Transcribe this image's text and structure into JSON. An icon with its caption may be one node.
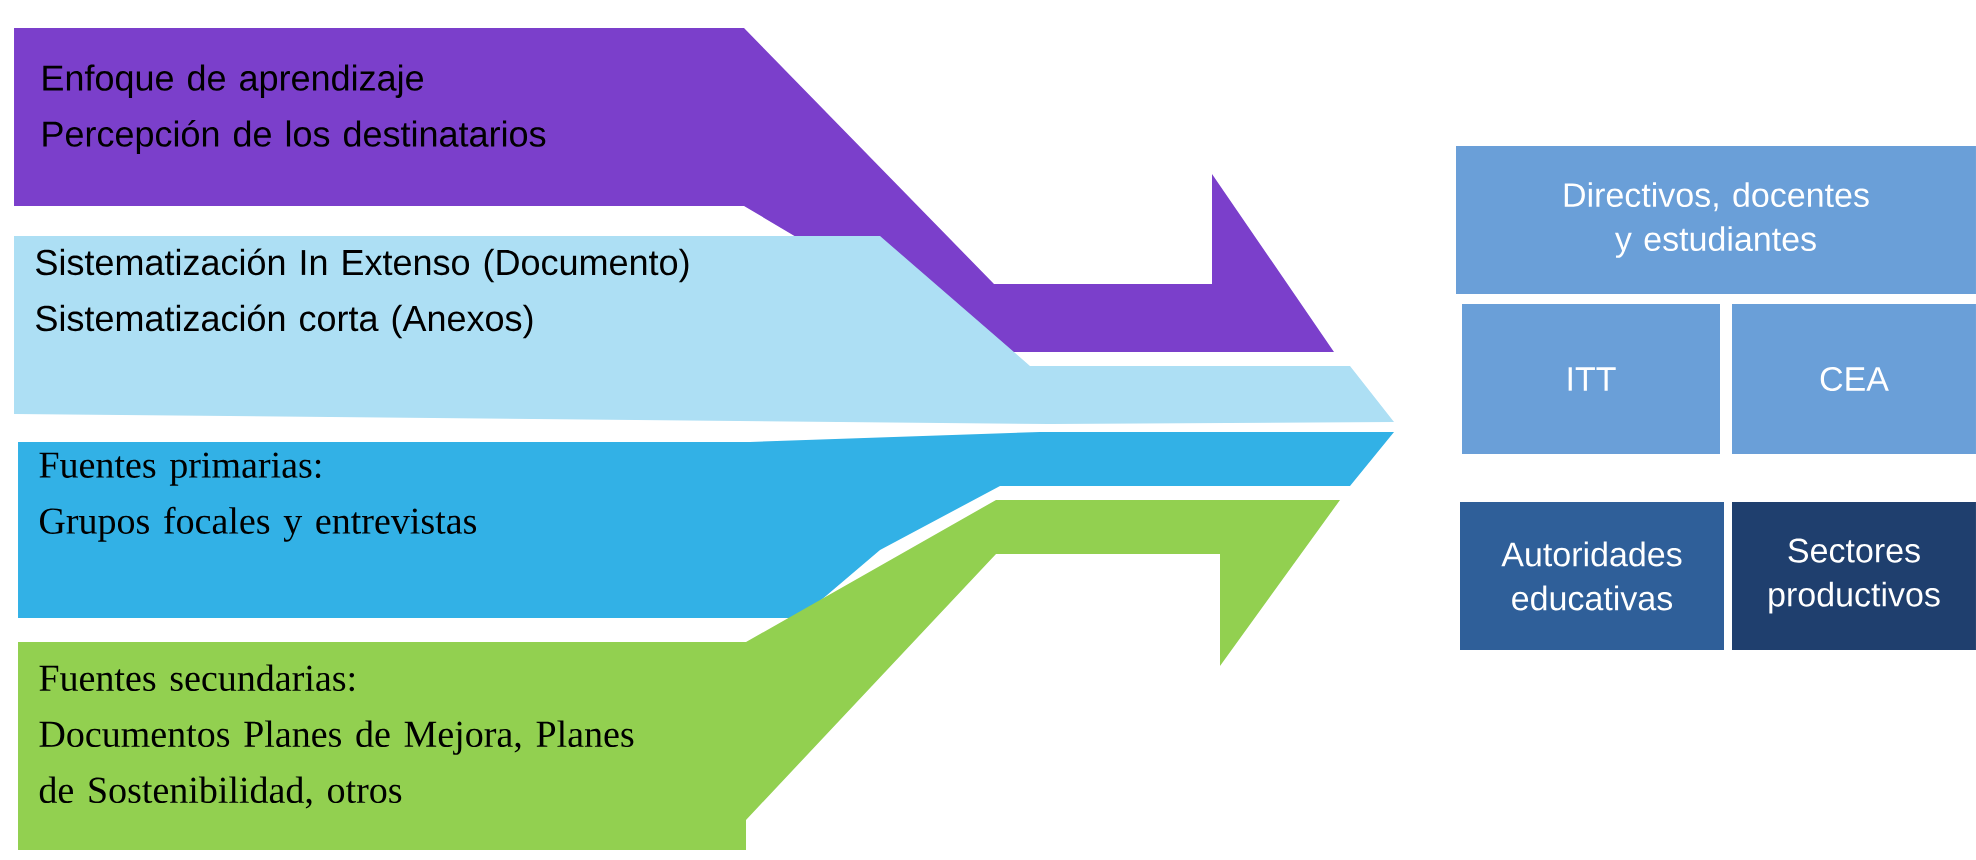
{
  "diagram": {
    "nodes": [
      {
        "text": [
          "Enfoque de aprendizaje",
          "Percepción de los destinatarios"
        ]
      },
      {
        "text": [
          "Sistematización In Extenso (Documento)",
          "Sistematización corta (Anexos)"
        ]
      },
      {
        "text": [
          "Fuentes primarias:",
          "Grupos focales y entrevistas"
        ]
      },
      {
        "text": [
          "Fuentes secundarias:",
          "Documentos Planes de Mejora, Planes de Sostenibilidad, otros"
        ]
      },
      {
        "text": [
          "Directivos, docentes y estudiantes"
        ]
      },
      {
        "text": [
          "ITT"
        ]
      },
      {
        "text": [
          "CEA"
        ]
      },
      {
        "text": [
          "Autoridades educativas"
        ]
      },
      {
        "text": [
          "Sectores productivos"
        ]
      }
    ]
  }
}
